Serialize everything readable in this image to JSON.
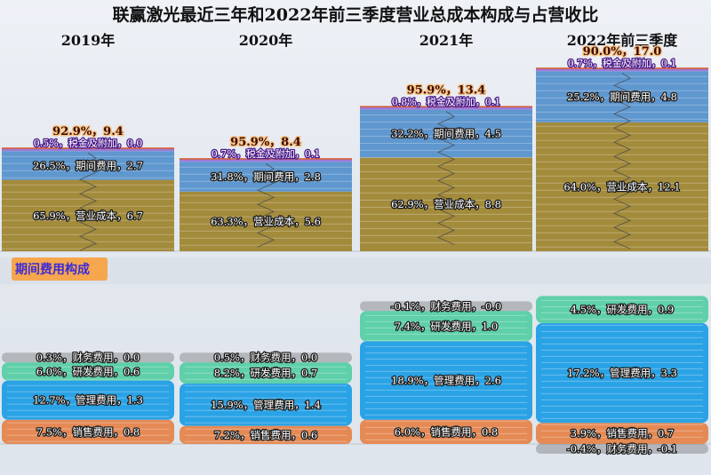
{
  "chart_data": {
    "type": "bar",
    "title": "联赢激光最近三年和2022年前三季度营业总成本构成与占营收比",
    "categories": [
      "2019年",
      "2020年",
      "2021年",
      "2022年前三季度"
    ],
    "total": {
      "values": [
        9.4,
        8.4,
        13.4,
        17.0
      ],
      "ratios": [
        "92.9%",
        "95.9%",
        "95.9%",
        "90.0%"
      ],
      "labels": [
        "92.9%，9.4",
        "95.9%，8.4",
        "95.9%，13.4",
        "90.0%，17.0"
      ]
    },
    "stack_series": [
      {
        "name": "营业成本",
        "values": [
          6.7,
          5.6,
          8.8,
          12.1
        ],
        "labels": [
          "65.9%，营业成本，6.7",
          "63.3%，营业成本，5.6",
          "62.9%，营业成本，8.8",
          "64.0%，营业成本，12.1"
        ]
      },
      {
        "name": "期间费用",
        "values": [
          2.7,
          2.8,
          4.5,
          4.8
        ],
        "labels": [
          "26.5%，期间费用，2.7",
          "31.8%，期间费用，2.8",
          "32.2%，期间费用，4.5",
          "25.2%，期间费用，4.8"
        ]
      },
      {
        "name": "税金及附加",
        "values": [
          0.0,
          0.1,
          0.1,
          0.1
        ],
        "labels": [
          "0.5%，税金及附加，0.0",
          "0.7%，税金及附加，0.1",
          "0.8%，税金及附加，0.1",
          "0.7%，税金及附加，0.1"
        ]
      }
    ],
    "period_title": "期间费用构成",
    "period_series": [
      {
        "name": "销售费用",
        "values": [
          0.8,
          0.6,
          0.8,
          0.7
        ],
        "labels": [
          "7.5%，销售费用，0.8",
          "7.2%，销售费用，0.6",
          "6.0%，销售费用，0.8",
          "3.9%，销售费用，0.7"
        ]
      },
      {
        "name": "管理费用",
        "values": [
          1.3,
          1.4,
          2.6,
          3.3
        ],
        "labels": [
          "12.7%，管理费用，1.3",
          "15.9%，管理费用，1.4",
          "18.9%，管理费用，2.6",
          "17.2%，管理费用，3.3"
        ]
      },
      {
        "name": "研发费用",
        "values": [
          0.6,
          0.7,
          1.0,
          0.9
        ],
        "labels": [
          "6.0%，研发费用，0.6",
          "8.2%，研发费用，0.7",
          "7.4%，研发费用，1.0",
          "4.5%，研发费用，0.9"
        ]
      },
      {
        "name": "财务费用",
        "values": [
          0.0,
          0.0,
          -0.0,
          -0.1
        ],
        "labels": [
          "0.3%，财务费用，0.0",
          "0.5%，财务费用，0.0",
          "-0.1%，财务费用，-0.0",
          "-0.4%，财务费用，-0.1"
        ]
      }
    ]
  },
  "colors": {
    "cost": "#a38b3c",
    "period": "#5f97cf",
    "tax": "#a07ad8",
    "total": "#d85a2a",
    "sales": "#e58a55",
    "mgmt": "#2aa3e6",
    "rd": "#5fd0a9",
    "fin": "#2a2a2a"
  }
}
